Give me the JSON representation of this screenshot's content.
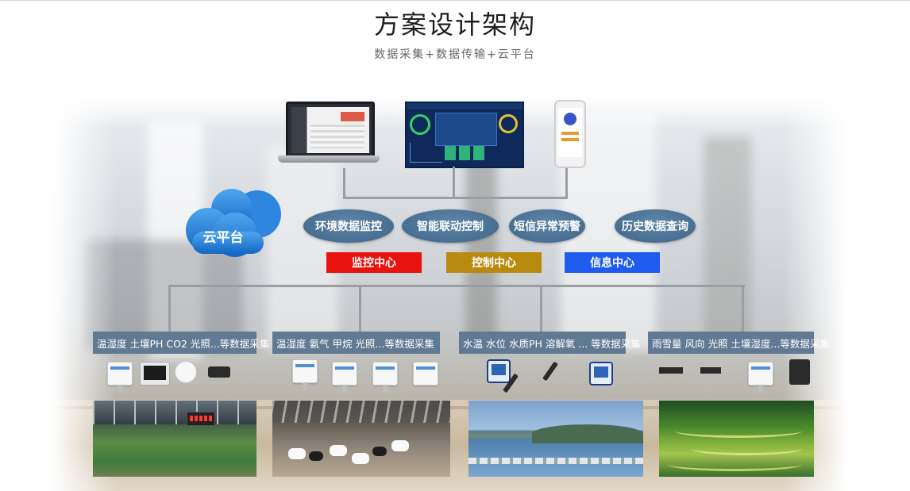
{
  "header": {
    "title": "方案设计架构",
    "subtitle": "数据采集+数据传输+云平台"
  },
  "cloud": {
    "label": "云平台",
    "color": "#1e6fc8"
  },
  "functions": [
    {
      "label": "环境数据监控"
    },
    {
      "label": "智能联动控制"
    },
    {
      "label": "短信异常预警"
    },
    {
      "label": "历史数据查询"
    }
  ],
  "centers": [
    {
      "label": "监控中心",
      "color": "#e8130f"
    },
    {
      "label": "控制中心",
      "color": "#b88a0f"
    },
    {
      "label": "信息中心",
      "color": "#1f5bef"
    }
  ],
  "categories": [
    {
      "label": "温湿度 土壤PH CO2 光照...等数据采集"
    },
    {
      "label": "温湿度 氨气 甲烷 光照...等数据采集"
    },
    {
      "label": "水温 水位 水质PH  溶解氧 ... 等数据采集"
    },
    {
      "label": "雨雪量 风向 光照 土壤湿度...等数据采集"
    }
  ],
  "devices": [
    {
      "icon": "laptop-icon"
    },
    {
      "icon": "monitor-dashboard-icon"
    },
    {
      "icon": "smartphone-icon"
    }
  ],
  "photos": [
    {
      "icon": "greenhouse-photo"
    },
    {
      "icon": "livestock-barn-photo"
    },
    {
      "icon": "aquaculture-lake-photo"
    },
    {
      "icon": "terraced-field-photo"
    }
  ],
  "colors": {
    "category_bg": "#5f7a92",
    "ellipse_bg": "#4d7395",
    "connector": "#9a9ea3"
  }
}
